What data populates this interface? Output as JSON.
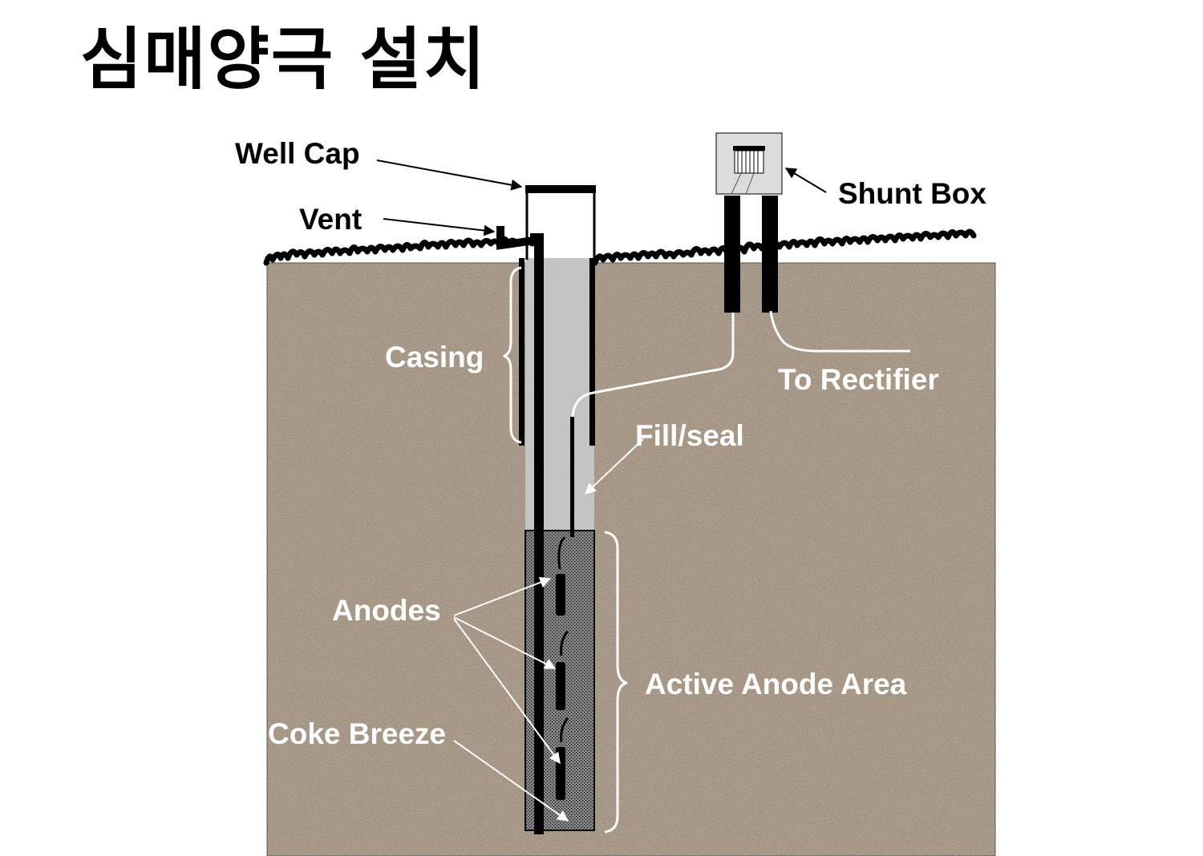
{
  "title": "심매양극 설치",
  "labels": {
    "well_cap": "Well Cap",
    "vent": "Vent",
    "shunt_box": "Shunt Box",
    "casing": "Casing",
    "to_rectifier": "To Rectifier",
    "fill_seal": "Fill/seal",
    "anodes": "Anodes",
    "active_anode_area": "Active Anode Area",
    "coke_breeze": "Coke Breeze"
  },
  "colors": {
    "soil": "#9c8b79",
    "fill": "#c9c9c9",
    "coke": "#4a4a4a",
    "box": "#dcdcdc",
    "white_label": "#ffffff",
    "black_label": "#000000"
  }
}
